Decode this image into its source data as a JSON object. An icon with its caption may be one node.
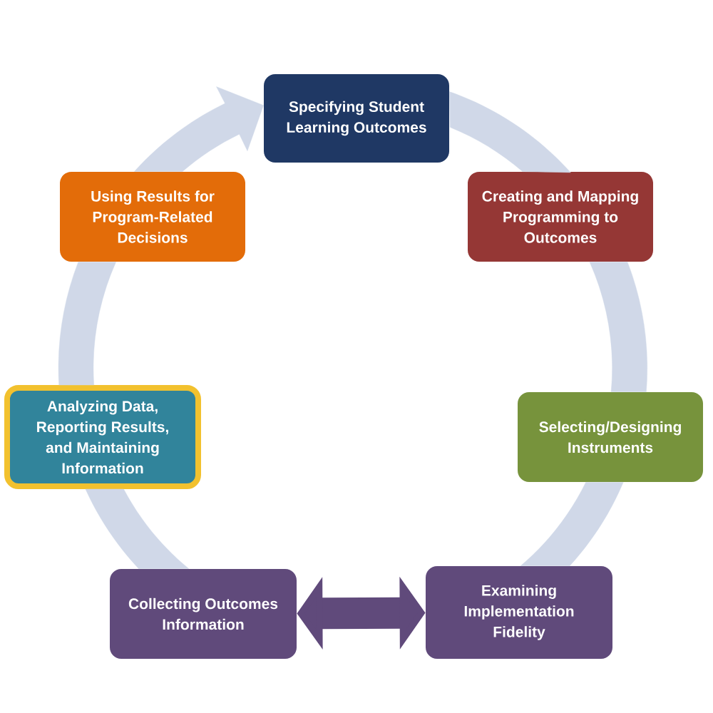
{
  "diagram": {
    "nodes": [
      {
        "text": [
          "Specifying Student Learning Outcomes"
        ]
      },
      {
        "text": [
          "Creating and Mapping Programming to Outcomes"
        ]
      },
      {
        "text": [
          "Selecting/Designing Instruments"
        ]
      },
      {
        "text": [
          "Examining Implementation Fidelity"
        ]
      },
      {
        "text": [
          "Collecting Outcomes Information"
        ]
      },
      {
        "text": [
          "Analyzing Data, Reporting Results, and Maintaining Information"
        ]
      },
      {
        "text": [
          "Using Results for Program-Related Decisions"
        ]
      }
    ],
    "edges": [
      {
        "from": 0,
        "to": 1,
        "arrow": "none"
      },
      {
        "from": 1,
        "to": 2,
        "arrow": "none"
      },
      {
        "from": 2,
        "to": 3,
        "arrow": "none"
      },
      {
        "from": 3,
        "to": 4,
        "arrow": "both",
        "color": "#604a7b"
      },
      {
        "from": 4,
        "to": 5,
        "arrow": "none"
      },
      {
        "from": 5,
        "to": 6,
        "arrow": "none"
      },
      {
        "from": 6,
        "to": 0,
        "arrow": "to"
      }
    ]
  }
}
